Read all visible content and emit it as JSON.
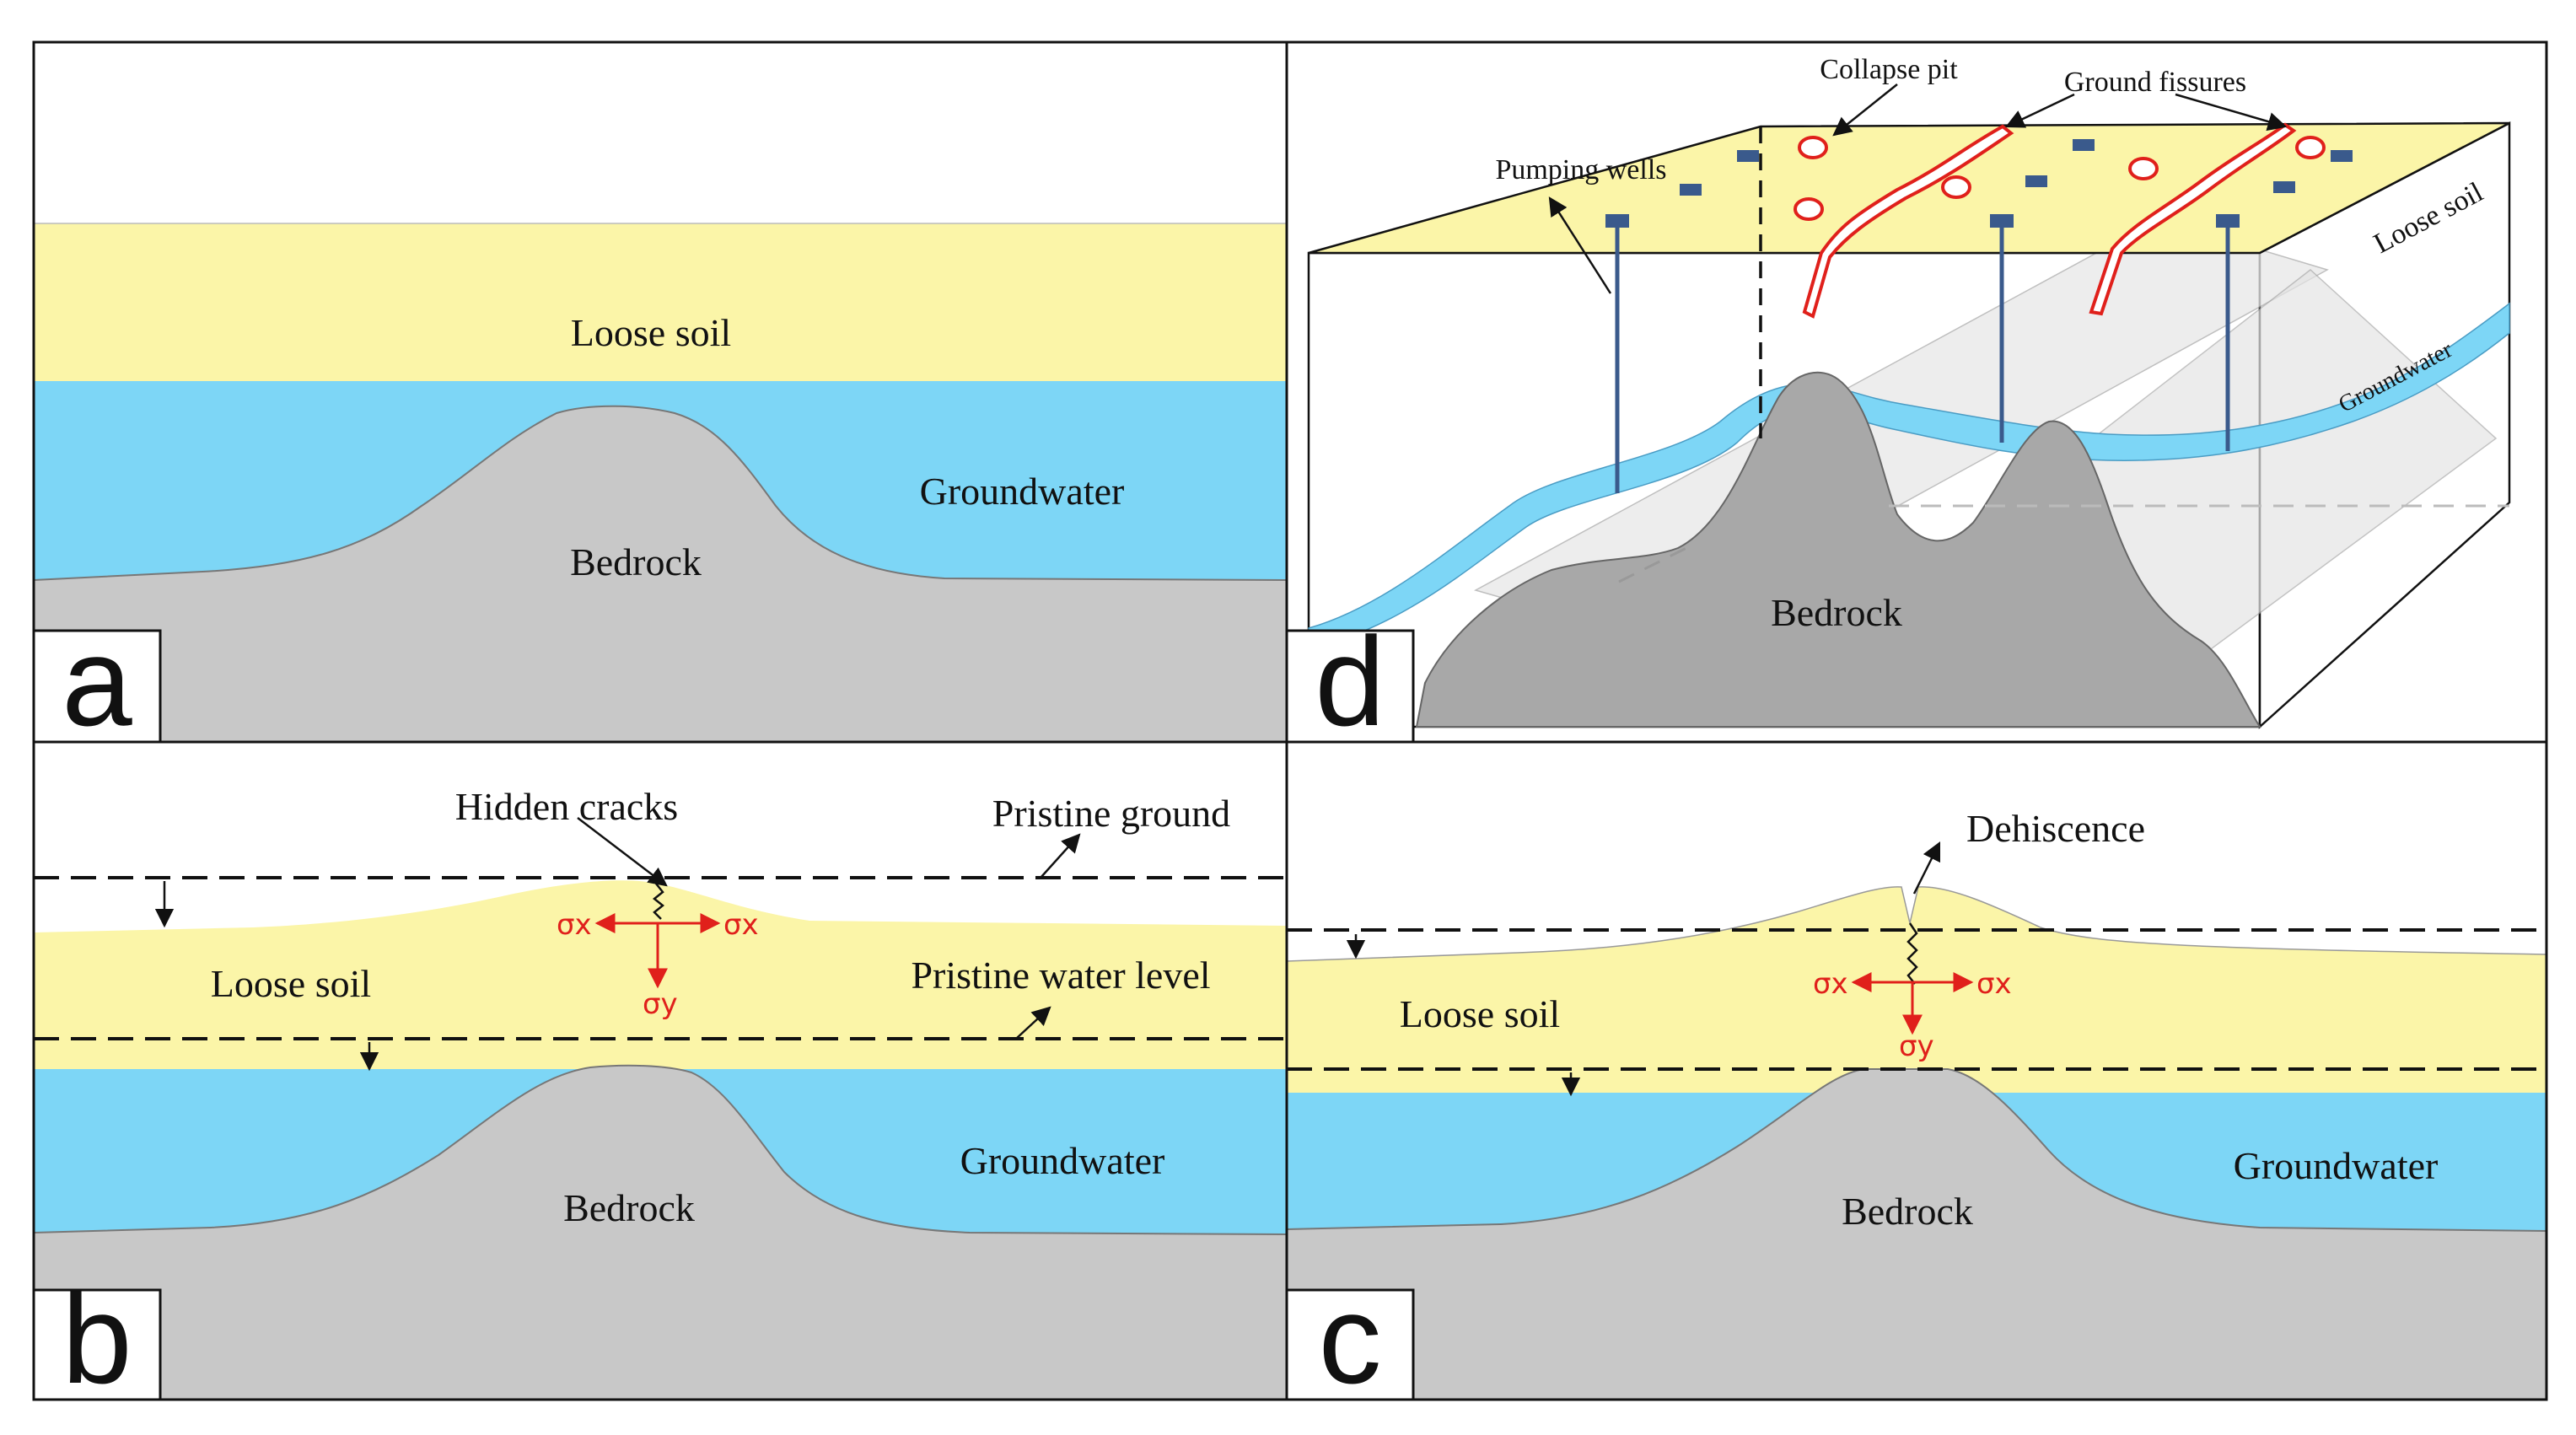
{
  "colors": {
    "soil": "#fbf5a8",
    "water": "#7dd6f6",
    "bedrock": "#c8c8c8",
    "bedrock_dark": "#a8a8a8",
    "stress": "#e0201b",
    "well": "#3a5a8c",
    "outline": "#111111"
  },
  "panel_a": {
    "letter": "a",
    "soil_label": "Loose soil",
    "water_label": "Groundwater",
    "bedrock_label": "Bedrock"
  },
  "panel_b": {
    "letter": "b",
    "hidden_cracks": "Hidden cracks",
    "pristine_ground": "Pristine ground",
    "pristine_water_level": "Pristine water level",
    "soil_label": "Loose soil",
    "water_label": "Groundwater",
    "bedrock_label": "Bedrock",
    "sigma_x": "σx",
    "sigma_y": "σy"
  },
  "panel_c": {
    "letter": "c",
    "dehiscence": "Dehiscence",
    "soil_label": "Loose soil",
    "water_label": "Groundwater",
    "bedrock_label": "Bedrock",
    "sigma_x": "σx",
    "sigma_y": "σy"
  },
  "panel_d": {
    "letter": "d",
    "collapse_pit": "Collapse pit",
    "ground_fissures": "Ground fissures",
    "pumping_wells": "Pumping wells",
    "soil_label": "Loose soil",
    "water_label": "Groundwater",
    "bedrock_label": "Bedrock"
  }
}
